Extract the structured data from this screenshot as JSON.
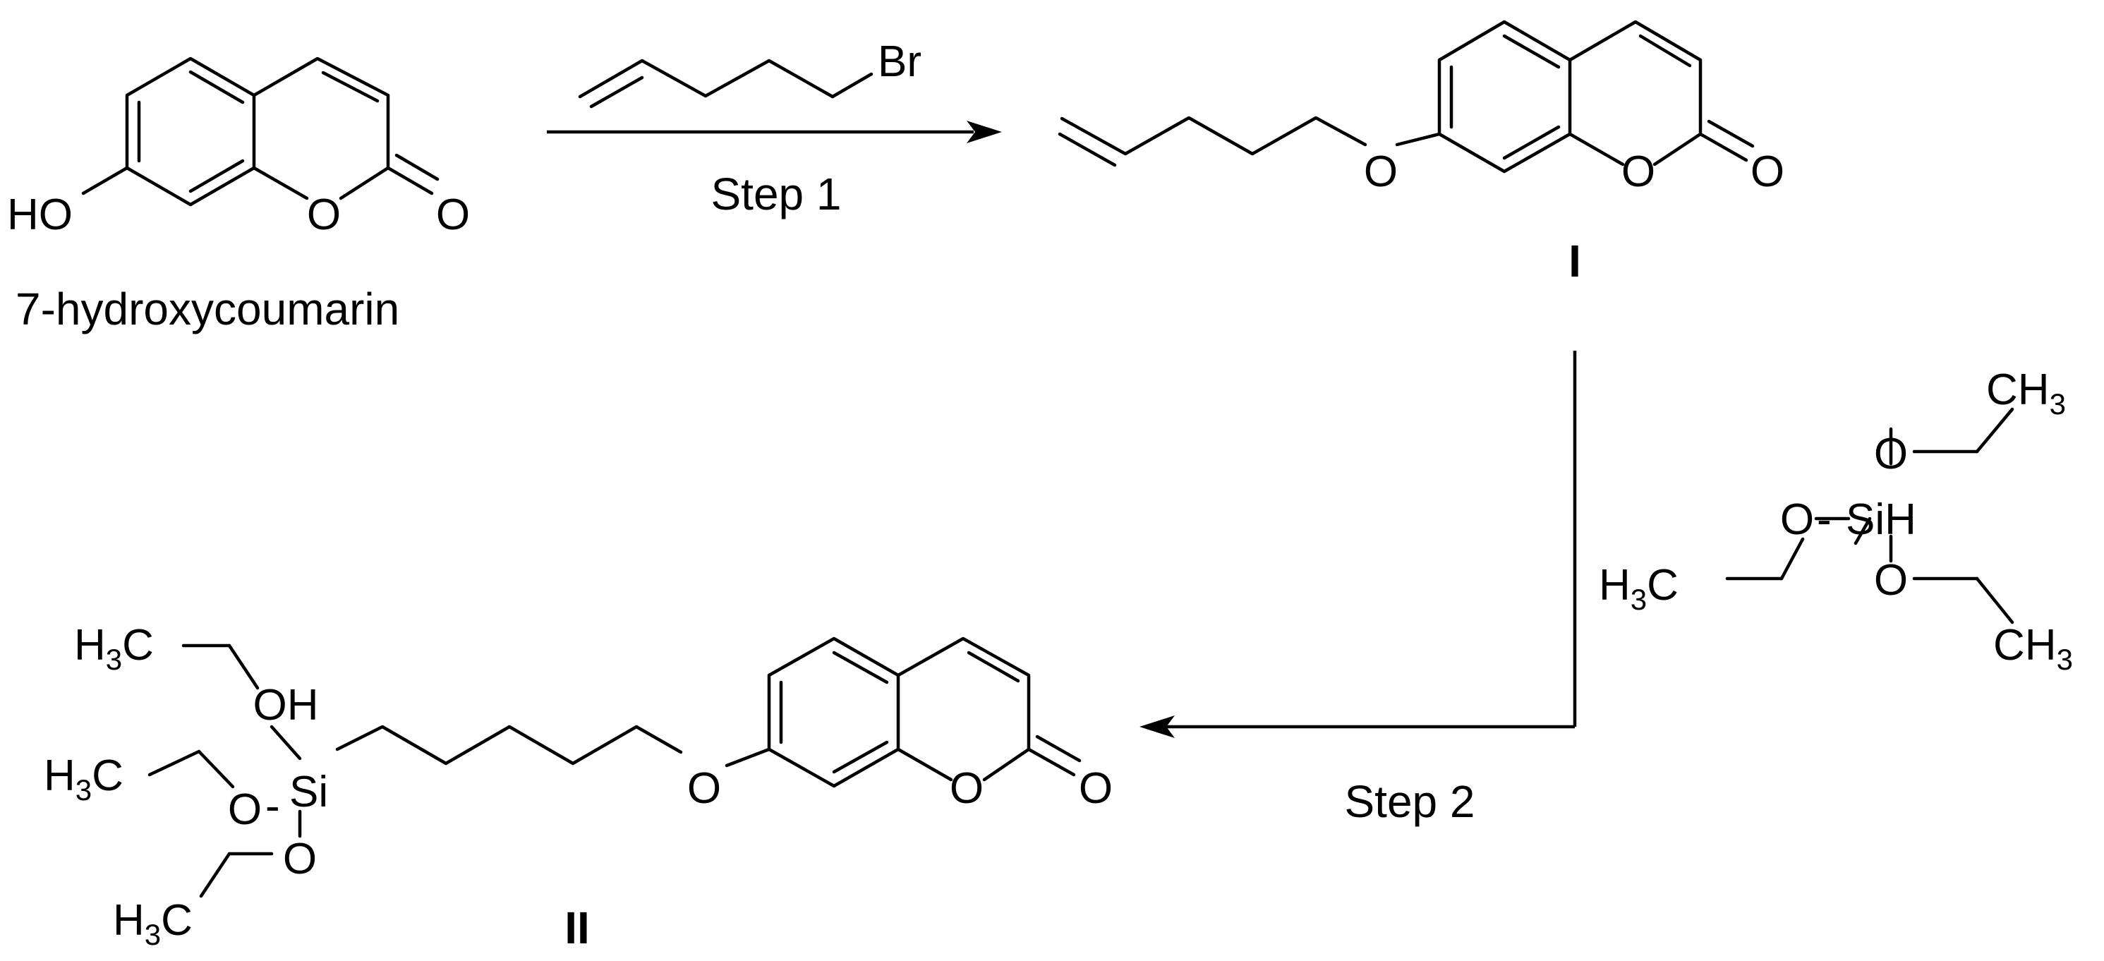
{
  "reagents": {
    "bromide": {
      "br": "Br"
    },
    "silane": {
      "ch3_top": "CH",
      "ch3_top_sub": "3",
      "o_top": "O",
      "o_left": "O",
      "si": "SiH",
      "h3": "H",
      "h3_sub": "3",
      "h3_c": "C",
      "o_bottom": "O",
      "ch3_bottom": "CH",
      "ch3_bottom_sub": "3"
    }
  },
  "start_material": {
    "ho": "HO",
    "ring_o": "O",
    "carbonyl_o": "O",
    "name": "7-hydroxycoumarin"
  },
  "intermediate": {
    "ether_o": "O",
    "ring_o": "O",
    "carbonyl_o": "O",
    "label": "I"
  },
  "product": {
    "h3c_top_h": "H",
    "h3c_top_sub": "3",
    "h3c_top_c": "C",
    "oh": "OH",
    "h3c_mid_h": "H",
    "h3c_mid_sub": "3",
    "h3c_mid_c": "C",
    "o_left": "O",
    "si": "Si",
    "o_bottom": "O",
    "h3c_bot_h": "H",
    "h3c_bot_sub": "3",
    "h3c_bot_c": "C",
    "ether_o": "O",
    "ring_o": "O",
    "carbonyl_o": "O",
    "label": "II"
  },
  "steps": {
    "step1": "Step 1",
    "step2": "Step 2"
  }
}
